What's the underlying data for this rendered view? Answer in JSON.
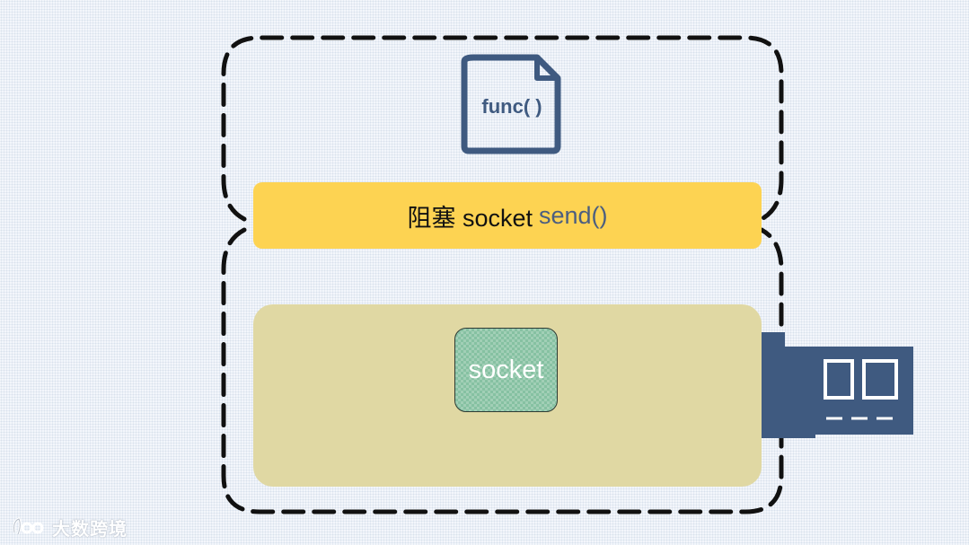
{
  "func_label": "func( )",
  "blocking_bar": {
    "prefix": "阻塞 socket",
    "function": "send()"
  },
  "socket_label": "socket",
  "watermark_text": "大数跨境",
  "colors": {
    "dash_border": "#111111",
    "blocking_bar": "#fdd352",
    "kernel_area": "#e0d8a3",
    "socket_box": "#86c1a2",
    "icon_blue": "#3f5a80"
  },
  "icons": [
    "document-icon",
    "network-card-icon",
    "brand-logo-icon"
  ]
}
